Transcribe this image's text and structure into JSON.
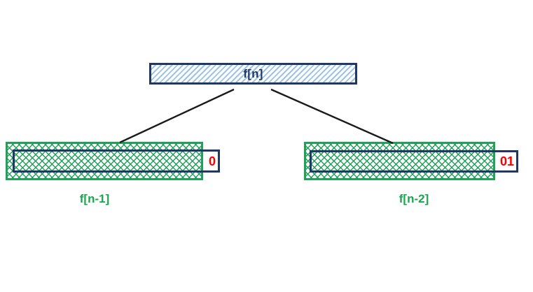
{
  "diagram": {
    "root": {
      "label": "f[n]"
    },
    "left_child": {
      "label": "f[n-1]",
      "value": "0"
    },
    "right_child": {
      "label": "f[n-2]",
      "value": "01"
    },
    "colors": {
      "navy": "#1f3864",
      "hatch_blue": "#9dc3e6",
      "green": "#1fa257",
      "label_green": "#17a84b",
      "value_red": "#fe0000",
      "edge_black": "#1a1a1a"
    }
  }
}
